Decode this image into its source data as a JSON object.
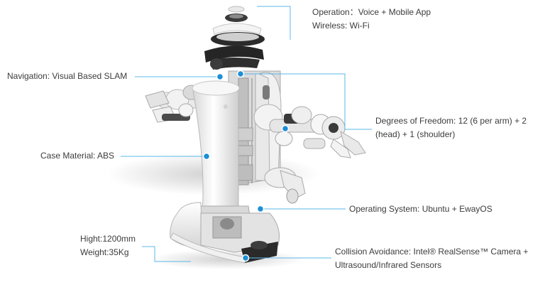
{
  "colors": {
    "leader_line": "#5bb8e8",
    "dot": "#1e8fd6",
    "robot_white": "#f4f4f4",
    "robot_dark": "#2a2a2a",
    "robot_grey": "#9a9a9a"
  },
  "annotations": {
    "operation": {
      "line1": "Operation：Voice + Mobile App",
      "line2": "Wireless: Wi-Fi"
    },
    "navigation": {
      "line1": "Navigation: Visual Based SLAM"
    },
    "dof": {
      "line1": "Degrees of Freedom: 12 (6 per arm) + 2",
      "line2": "(head) + 1 (shoulder)"
    },
    "case": {
      "line1": "Case Material: ABS"
    },
    "os": {
      "line1": "Operating System: Ubuntu + EwayOS"
    },
    "size": {
      "line1": "Hight:1200mm",
      "line2": "Weight:35Kg"
    },
    "collision": {
      "line1": "Collision Avoidance: Intel® RealSense™ Camera +",
      "line2": "Ultrasound/Infrared Sensors"
    }
  }
}
